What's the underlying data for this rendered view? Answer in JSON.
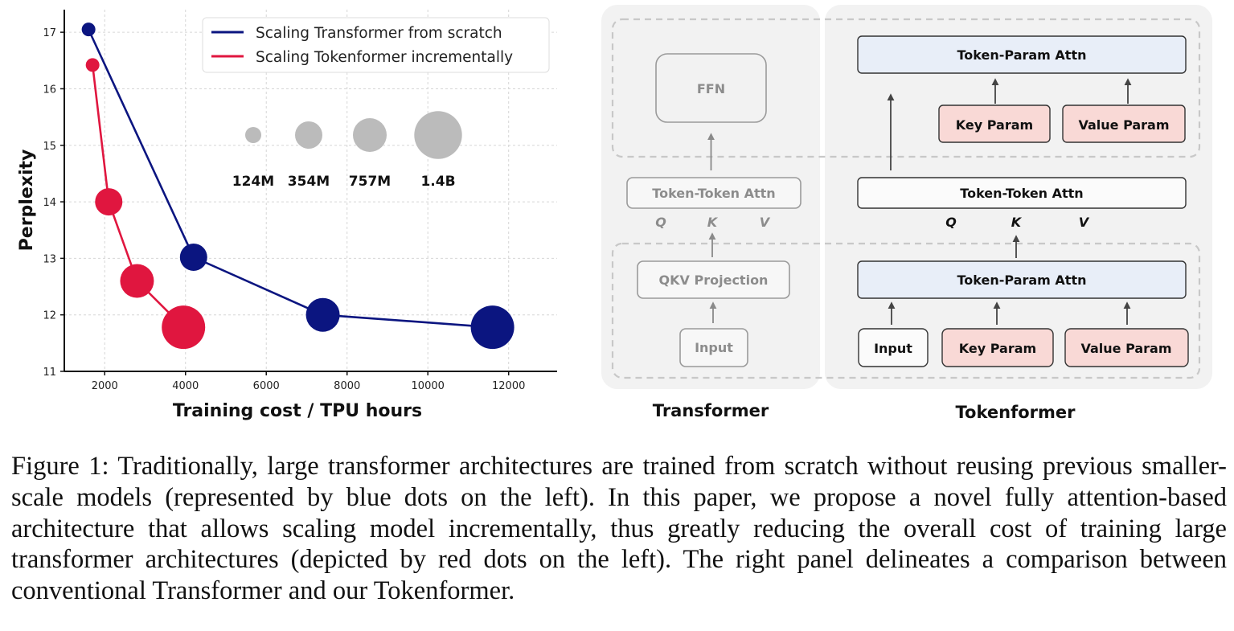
{
  "chart_data": {
    "type": "scatter",
    "xlabel": "Training cost / TPU hours",
    "ylabel": "Perplexity",
    "xlim": [
      1000,
      13200
    ],
    "ylim": [
      11,
      17.4
    ],
    "xticks": [
      2000,
      4000,
      6000,
      8000,
      10000,
      12000
    ],
    "yticks": [
      11,
      12,
      13,
      14,
      15,
      16,
      17
    ],
    "grid": true,
    "legend_position": "top-right",
    "series": [
      {
        "name": "Scaling Transformer from scratch",
        "color": "#0b1580",
        "points": [
          {
            "x": 1600,
            "y": 17.05,
            "size": "124M"
          },
          {
            "x": 4200,
            "y": 13.02,
            "size": "354M"
          },
          {
            "x": 7400,
            "y": 12.0,
            "size": "757M"
          },
          {
            "x": 11600,
            "y": 11.78,
            "size": "1.4B"
          }
        ]
      },
      {
        "name": "Scaling Tokenformer incrementally",
        "color": "#e0163f",
        "points": [
          {
            "x": 1700,
            "y": 16.42,
            "size": "124M"
          },
          {
            "x": 2100,
            "y": 14.0,
            "size": "354M"
          },
          {
            "x": 2800,
            "y": 12.6,
            "size": "757M"
          },
          {
            "x": 3950,
            "y": 11.78,
            "size": "1.4B"
          }
        ]
      }
    ],
    "size_legend": [
      {
        "label": "124M",
        "color": "#bbbbbb"
      },
      {
        "label": "354M",
        "color": "#bbbbbb"
      },
      {
        "label": "757M",
        "color": "#bbbbbb"
      },
      {
        "label": "1.4B",
        "color": "#bbbbbb"
      }
    ]
  },
  "diagram": {
    "transformer": {
      "title": "Transformer",
      "ffn": "FFN",
      "token_token_attn": "Token-Token Attn",
      "q": "Q",
      "k": "K",
      "v": "V",
      "qkv_projection": "QKV Projection",
      "input": "Input"
    },
    "tokenformer": {
      "title": "Tokenformer",
      "token_param_attn_top": "Token-Param Attn",
      "key_param_top": "Key Param",
      "value_param_top": "Value Param",
      "token_token_attn": "Token-Token Attn",
      "q": "Q",
      "k": "K",
      "v": "V",
      "token_param_attn_bottom": "Token-Param Attn",
      "input": "Input",
      "key_param_bottom": "Key Param",
      "value_param_bottom": "Value Param"
    },
    "colors": {
      "panel_bg": "#f2f2f2",
      "attn_fill": "#e8eef8",
      "param_fill": "#f9d9d6"
    }
  },
  "caption": {
    "label": "Figure 1:",
    "text": "Traditionally, large transformer architectures are trained from scratch without reusing previous smaller-scale models (represented by blue dots on the left). In this paper, we propose a novel fully attention-based architecture that allows scaling model incrementally, thus greatly reducing the overall cost of training large transformer architectures (depicted by red dots on the left). The right panel delineates a comparison between conventional Transformer and our Tokenformer."
  }
}
